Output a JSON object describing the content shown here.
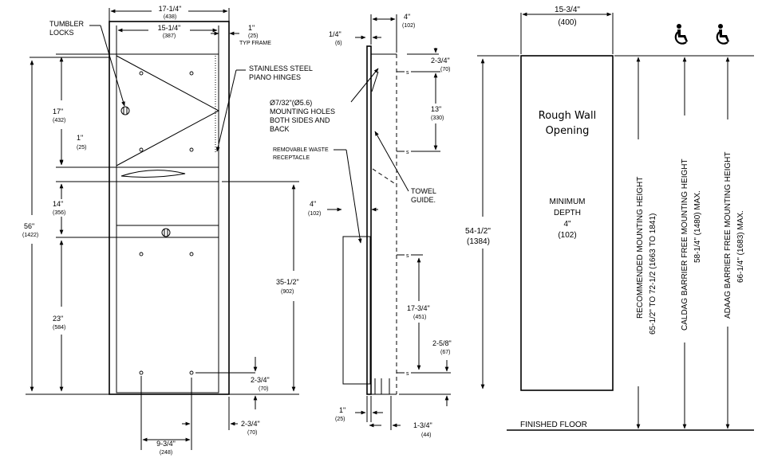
{
  "front": {
    "overall_width": "17-1/4\"",
    "overall_width_mm": "(438)",
    "inner_width": "15-1/4\"",
    "inner_width_mm": "(387)",
    "frame_depth": "1\"",
    "frame_depth_mm": "(25)",
    "frame_note": "TYP FRAME",
    "tumbler_locks": [
      "TUMBLER",
      "LOCKS"
    ],
    "hinges": [
      "STAINLESS STEEL",
      "PIANO HINGES"
    ],
    "d17": "17\"",
    "d17_mm": "(432)",
    "d1": "1\"",
    "d1_mm": "(25)",
    "d14": "14\"",
    "d14_mm": "(356)",
    "d56": "56\"",
    "d56_mm": "(1422)",
    "d23": "23\"",
    "d23_mm": "(584)",
    "d35": "35-1/2\"",
    "d35_mm": "(902)",
    "d234a": "2-3/4\"",
    "d234a_mm": "(70)",
    "d234b": "2-3/4\"",
    "d234b_mm": "(70)",
    "d934": "9-3/4\"",
    "d934_mm": "(248)"
  },
  "side": {
    "d4": "4\"",
    "d4_mm": "(102)",
    "d14in": "1/4\"",
    "d14in_mm": "(6)",
    "d234": "2-3/4\"",
    "d234_mm": "(70)",
    "d13": "13\"",
    "d13_mm": "(330)",
    "holes": [
      "Ø7/32\"(Ø5.6)",
      "MOUNTING HOLES",
      "BOTH SIDES AND",
      "BACK"
    ],
    "waste": [
      "REMOVABLE WASTE",
      "RECEPTACLE"
    ],
    "towel": [
      "TOWEL",
      "GUIDE."
    ],
    "d4b": "4\"",
    "d4b_mm": "(102)",
    "d1734": "17-3/4\"",
    "d1734_mm": "(451)",
    "d258": "2-5/8\"",
    "d258_mm": "(67)",
    "d1b": "1\"",
    "d1b_mm": "(25)",
    "d134": "1-3/4\"",
    "d134_mm": "(44)",
    "s_mark": "s"
  },
  "wall": {
    "width": "15-3/4\"",
    "width_mm": "(400)",
    "rough1": "Rough Wall",
    "rough2": "Opening",
    "min1": "MINIMUM",
    "min2": "DEPTH",
    "min3": "4\"",
    "min4": "(102)",
    "height": "54-1/2\"",
    "height_mm": "(1384)",
    "floor": "FINISHED FLOOR",
    "rec1": "RECOMMENDED MOUNTING HEIGHT",
    "rec2": "65-1/2\" TO 72-1/2 (1663 TO 1841)",
    "cal1": "CALDAG BARRIER FREE MOUNTING HEIGHT",
    "cal2": "58-1/4\" (1480) MAX.",
    "ada1": "ADAAG BARRIER FREE MOUNTING HEIGHT",
    "ada2": "66-1/4\" (1683) MAX.",
    "access_icon": "wheelchair-icon"
  }
}
